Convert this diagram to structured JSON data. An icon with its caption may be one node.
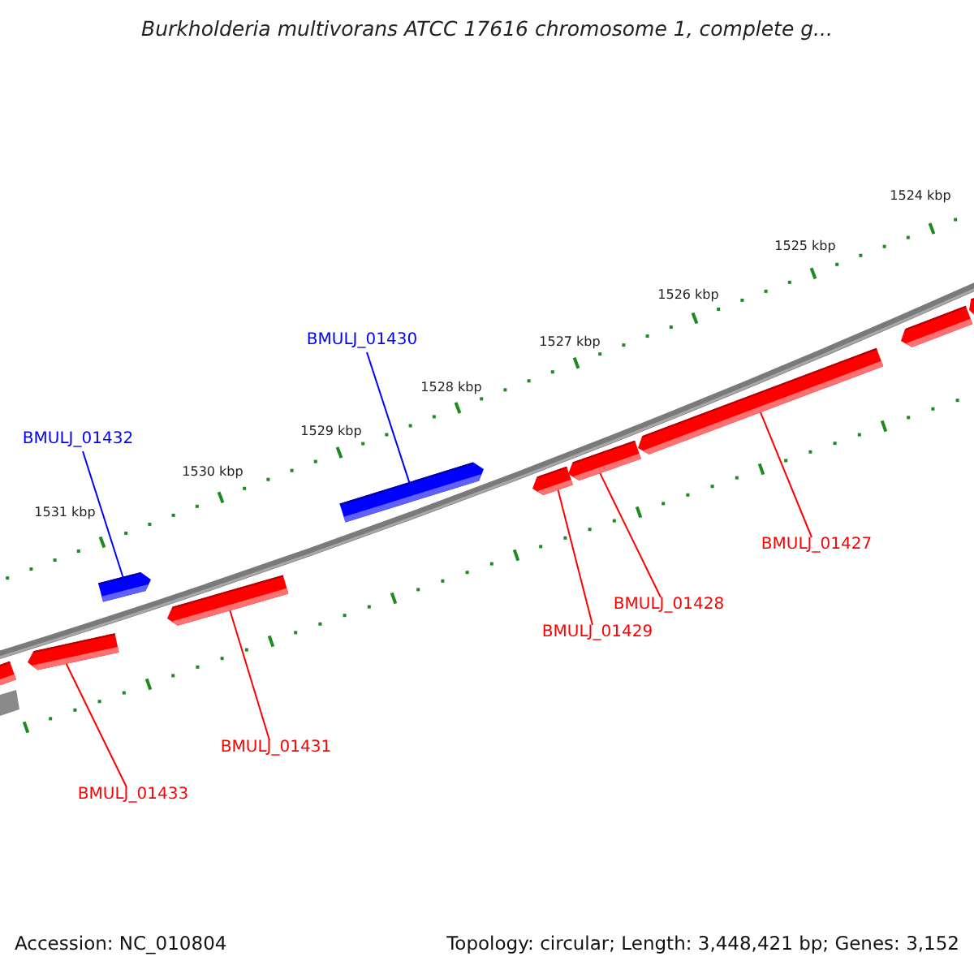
{
  "diagram": {
    "title": "Burkholderia multivorans ATCC 17616 chromosome 1, complete g...",
    "nodes": [
      {
        "text": [
          "BMULJ_01430"
        ]
      },
      {
        "text": [
          "BMULJ_01432"
        ]
      },
      {
        "text": [
          "BMULJ_01427"
        ]
      },
      {
        "text": [
          "BMULJ_01428"
        ]
      },
      {
        "text": [
          "BMULJ_01429"
        ]
      },
      {
        "text": [
          "BMULJ_01431"
        ]
      },
      {
        "text": [
          "BMULJ_01433"
        ]
      },
      {
        "text": [],
        "shape": "bar"
      },
      {
        "text": [],
        "shape": "bar"
      },
      {
        "text": [],
        "shape": "bar"
      },
      {
        "text": [],
        "shape": "bar"
      },
      {
        "text": [],
        "shape": "bar"
      },
      {
        "text": [],
        "shape": "bar"
      },
      {
        "text": [],
        "shape": "bar"
      },
      {
        "text": [],
        "shape": "bar"
      },
      {
        "text": [],
        "shape": "bar"
      },
      {
        "text": [],
        "shape": "bar"
      }
    ],
    "edges": [
      {
        "from": 0,
        "to": 11,
        "arrow": "none",
        "color": "#0000ff"
      },
      {
        "from": 1,
        "to": 9,
        "arrow": "none",
        "color": "#0000ff"
      },
      {
        "from": 2,
        "to": 14,
        "arrow": "none"
      },
      {
        "from": 3,
        "to": 13,
        "arrow": "none"
      },
      {
        "from": 4,
        "to": 12,
        "arrow": "none"
      },
      {
        "from": 5,
        "to": 10,
        "arrow": "none"
      },
      {
        "from": 6,
        "to": 8,
        "arrow": "none"
      }
    ],
    "labels": [
      "1524 kbp",
      "1525 kbp",
      "1526 kbp",
      "1527 kbp",
      "1528 kbp",
      "1529 kbp",
      "1530 kbp",
      "1531 kbp",
      "Accession: NC_010804",
      "Topology: circular; Length: 3,448,421 bp; Genes: 3,152"
    ]
  }
}
